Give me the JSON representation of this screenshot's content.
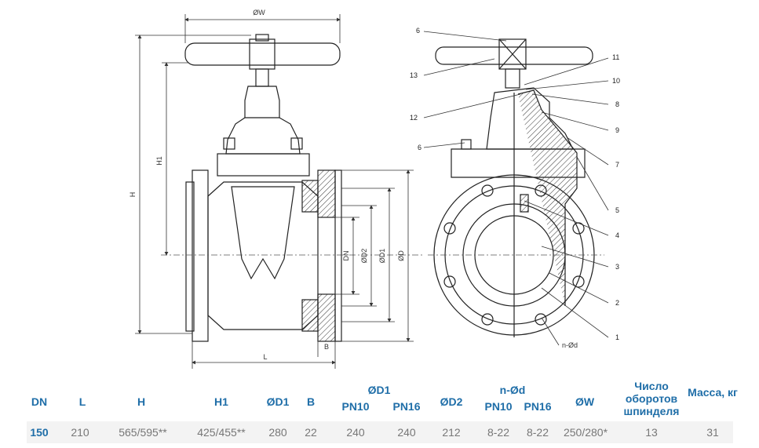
{
  "drawing": {
    "dimensions": {
      "w": "ØW",
      "h": "H",
      "h1": "H1",
      "dn": "DN",
      "d2": "ØD2",
      "d1": "ØD1",
      "d": "ØD",
      "b": "B",
      "l": "L",
      "nd": "n-Ød"
    },
    "callouts": [
      "6",
      "13",
      "11",
      "10",
      "12",
      "8",
      "9",
      "6",
      "7",
      "5",
      "4",
      "3",
      "2",
      "1"
    ]
  },
  "table": {
    "headers": {
      "dn": "DN",
      "l": "L",
      "h": "H",
      "h1": "H1",
      "d1": "ØD1",
      "b": "B",
      "d1_group": "ØD1",
      "d1_pn10": "PN10",
      "d1_pn16": "PN16",
      "d2": "ØD2",
      "nd_group": "n-Ød",
      "nd_pn10": "PN10",
      "nd_pn16": "PN16",
      "w": "ØW",
      "turns_1": "Число",
      "turns_2": "оборотов",
      "turns_3": "шпинделя",
      "mass": "Масса, кг"
    },
    "row": {
      "dn": "150",
      "l": "210",
      "h": "565/595**",
      "h1": "425/455**",
      "d1": "280",
      "b": "22",
      "d1_pn10": "240",
      "d1_pn16": "240",
      "d2": "212",
      "nd_pn10": "8-22",
      "nd_pn16": "8-22",
      "w": "250/280*",
      "turns": "13",
      "mass": "31"
    }
  }
}
